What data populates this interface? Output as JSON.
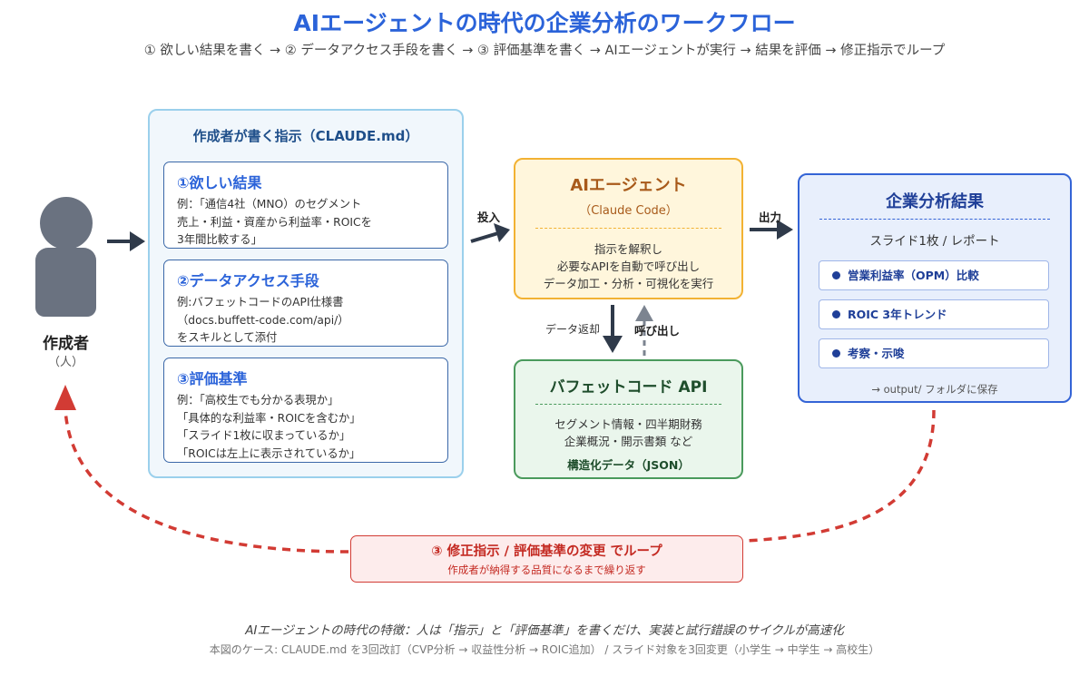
{
  "header": {
    "title": "AIエージェントの時代の企業分析のワークフロー",
    "subtitle": "① 欲しい結果を書く → ② データアクセス手段を書く → ③ 評価基準を書く → AIエージェントが実行 → 結果を評価 → 修正指示でループ"
  },
  "author": {
    "label": "作成者",
    "sublabel": "（人）"
  },
  "instructions": {
    "title": "作成者が書く指示（CLAUDE.md）",
    "cards": [
      {
        "title": "①欲しい結果",
        "lines": [
          "例：「通信4社（MNO）のセグメント",
          "売上・利益・資産から利益率・ROICを",
          "3年間比較する」"
        ]
      },
      {
        "title": "②データアクセス手段",
        "lines": [
          "例:バフェットコードのAPI仕様書",
          "（docs.buffett-code.com/api/）",
          "をスキルとして添付"
        ]
      },
      {
        "title": "③評価基準",
        "lines": [
          "例：「高校生でも分かる表現か」",
          "「具体的な利益率・ROICを含むか」",
          "「スライド1枚に収まっているか」",
          "「ROICは左上に表示されているか」"
        ]
      }
    ]
  },
  "arrows": {
    "input_label": "投入",
    "output_label": "出力",
    "data_return_label": "データ返却",
    "call_label": "呼び出し"
  },
  "agent": {
    "title": "AIエージェント",
    "subtitle": "（Claude Code）",
    "lines": [
      "指示を解釈し",
      "必要なAPIを自動で呼び出し",
      "データ加工・分析・可視化を実行"
    ]
  },
  "api": {
    "title": "バフェットコード API",
    "lines": [
      "セグメント情報・四半期財務",
      "企業概況・開示書類 など"
    ],
    "format": "構造化データ（JSON）"
  },
  "result": {
    "title": "企業分析結果",
    "format": "スライド1枚 / レポート",
    "items": [
      "営業利益率（OPM）比較",
      "ROIC 3年トレンド",
      "考察・示唆"
    ],
    "footer": "→ output/ フォルダに保存"
  },
  "loop": {
    "title": "③ 修正指示 / 評価基準の変更 でループ",
    "subtitle": "作成者が納得する品質になるまで繰り返す"
  },
  "footer": {
    "main": "AIエージェントの時代の特徴：人は「指示」と「評価基準」を書くだけ、実装と試行錯誤のサイクルが高速化",
    "note": "本図のケース: CLAUDE.md を3回改訂（CVP分析 → 収益性分析 → ROIC追加） / スライド対象を3回変更（小学生 → 中学生 → 高校生）"
  },
  "colors": {
    "title_blue": "#2b63d9",
    "panel_border": "#9bd0ec",
    "agent_border": "#f2b233",
    "api_border": "#4a9a5c",
    "result_border": "#3464d6",
    "loop_red": "#d23b34",
    "arrow_dark": "#2f3a4a"
  }
}
